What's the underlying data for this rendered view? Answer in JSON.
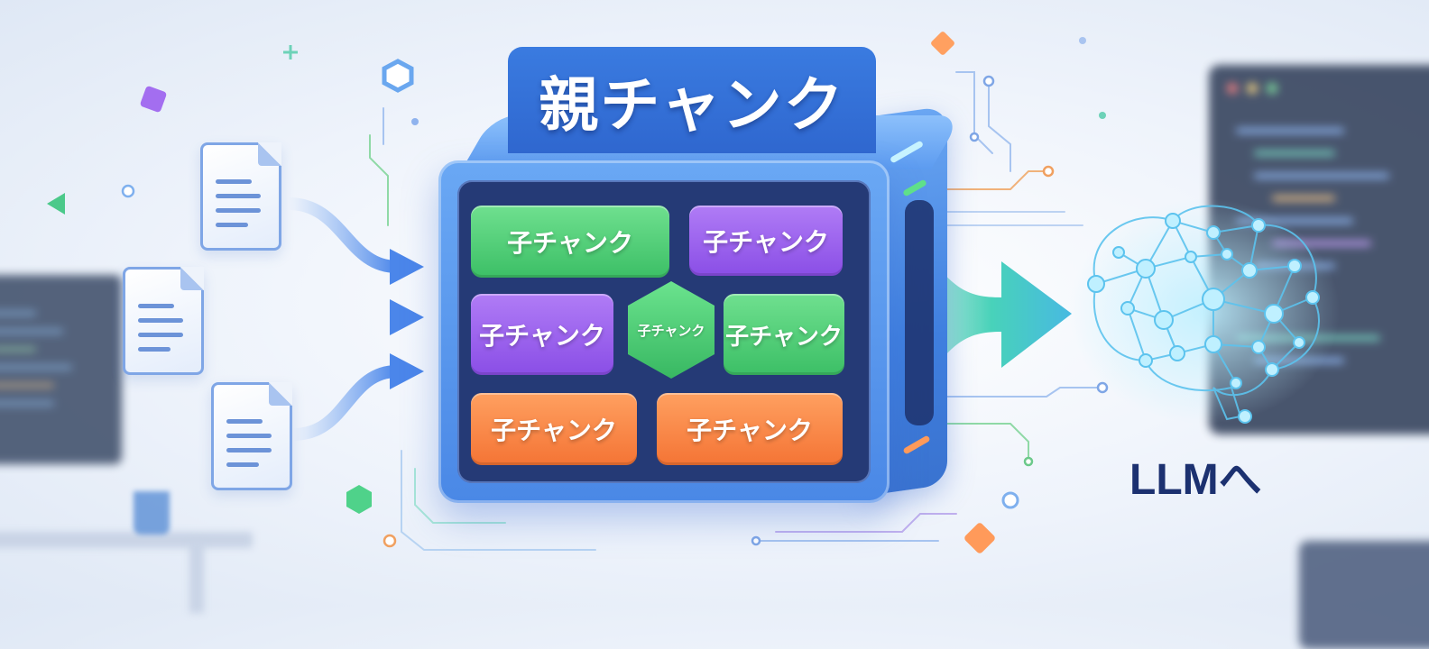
{
  "title": "親チャンク",
  "chunks": {
    "top_left": "子チャンク",
    "top_right": "子チャンク",
    "mid_left": "子チャンク",
    "center_hex": "子チャンク",
    "mid_right": "子チャンク",
    "bottom_left": "子チャンク",
    "bottom_right": "子チャンク"
  },
  "destination_label": "LLMへ",
  "colors": {
    "green": "#3cbf66",
    "purple": "#8a4ee6",
    "orange": "#f47435",
    "blue": "#4a88e6",
    "navy": "#1c3170",
    "cyan": "#38c7d8"
  },
  "icons": [
    "document-icon",
    "arrow-icon",
    "brain-network-icon",
    "circuit-line-icon"
  ]
}
